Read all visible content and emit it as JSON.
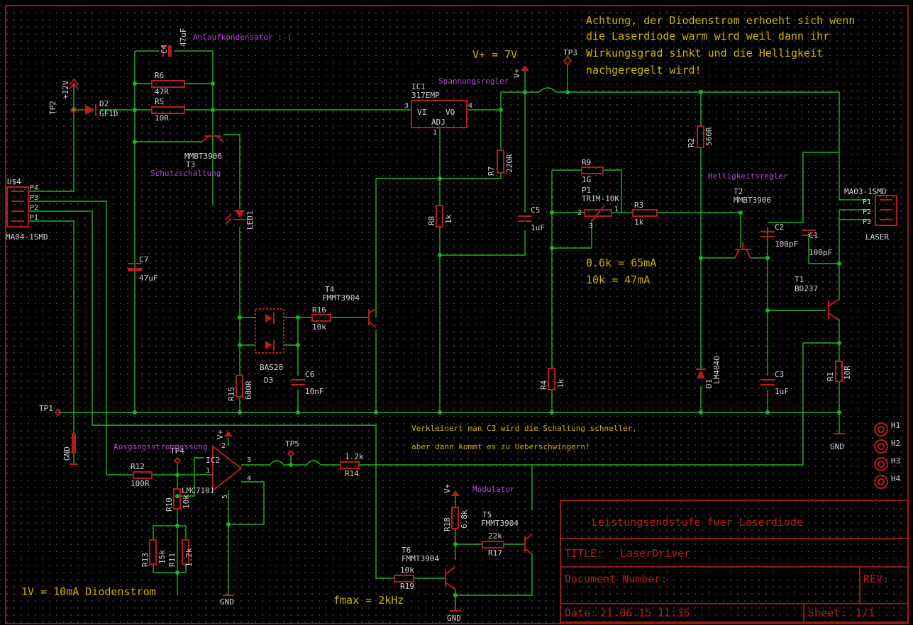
{
  "notes": {
    "warning_lines": [
      "Achtung, der Diodenstrom erhoeht sich wenn",
      "die Laserdiode warm wird weil dann ihr",
      "Wirkungsgrad sinkt und die Helligkeit",
      "nachgeregelt wird!"
    ],
    "vplus": "V+ = 7V",
    "r06": "0.6k = 65mA",
    "r10": "10k = 47mA",
    "c3_lines": [
      "Verkleinert man C3 wird die Schaltung schneller,",
      "aber dann kommt es zu Ueberschwingern!"
    ],
    "scale": "1V = 10mA Diodenstrom",
    "fmax": "fmax = 2kHz"
  },
  "comments": {
    "anlauf": "Anlaufkondensator :-)",
    "spannung": "Spannungsregler",
    "schutz": "Schutzschaltung",
    "hellig": "Helligkeitsregler",
    "ausgang": "Ausgangsstrommessung",
    "modulator": "Modulator"
  },
  "parts": {
    "c4_name": "C4",
    "c4_val": "47uF",
    "r6_name": "R6",
    "r6_val": "47R",
    "r5_name": "R5",
    "r5_val": "10R",
    "d2_name": "D2",
    "d2_val": "GF1D",
    "t3_val": "MMBT3906",
    "t3_name": "T3",
    "ic1_name": "IC1",
    "ic1_val": "317EMP",
    "ic1_vi": "VI",
    "ic1_vo": "VO",
    "ic1_adj": "ADJ",
    "ic1_p1": "1",
    "ic1_p3": "3",
    "ic1_p4": "4",
    "r7_name": "R7",
    "r7_val": "220R",
    "r8_name": "R8",
    "r8_val": "1k",
    "c5_name": "C5",
    "c5_val": "1uF",
    "r9_name": "R9",
    "r9_val": "1G",
    "p1_name": "P1",
    "p1_val": "TRIM-10K",
    "r3_name": "R3",
    "r3_val": "1k",
    "r2_name": "R2",
    "r2_val": "560R",
    "t2_name": "T2",
    "t2_val": "MMBT3906",
    "c2_name": "C2",
    "c2_val": "100pF",
    "c1_name": "C1",
    "c1_val": "100pF",
    "t1_name": "T1",
    "t1_val": "BD237",
    "r1_name": "R1",
    "r1_val": "10R",
    "c3_name": "C3",
    "c3_val": "1uF",
    "d1_name": "D1",
    "d1_val": "LM4040",
    "r4_name": "R4",
    "r4_val": "1k",
    "led1_name": "LED1",
    "c7_name": "C7",
    "c7_val": "47uF",
    "d3_name": "D3",
    "d3_val": "BAS28",
    "r16_name": "R16",
    "r16_val": "10k",
    "t4_name": "T4",
    "t4_val": "FMMT3904",
    "c6_name": "C6",
    "c6_val": "10nF",
    "r15_name": "R15",
    "r15_val": "680R",
    "r12_name": "R12",
    "r12_val": "100R",
    "ic2_name": "IC2",
    "ic2_val": "LMC7101",
    "r10_name": "R10",
    "r10_val": "10k",
    "r13_name": "R13",
    "r13_val": "15k",
    "r11_name": "R11",
    "r11_val": "1.2k",
    "r14_name": "R14",
    "r14_val": "1.2k",
    "r18_name": "R18",
    "r18_val": "6.8k",
    "t5_name": "T5",
    "t5_val": "FMMT3904",
    "r17_name": "R17",
    "r17_val": "22k",
    "t6_name": "T6",
    "t6_val": "FMMT3904",
    "r19_name": "R19",
    "r19_val": "10k",
    "u4_name": "U$4",
    "u4_val": "MA04-1SMD",
    "u4_p4": "P4",
    "u4_p3": "P3",
    "u4_p2": "P2",
    "u4_p1": "P1",
    "laser_name": "MA03-1SMD",
    "laser_val": "LASER",
    "laser_p1": "P1",
    "laser_p2": "P2",
    "laser_p3": "P3"
  },
  "nets": {
    "tp1": "TP1",
    "tp2": "TP2",
    "tp3": "TP3",
    "tp4": "TP4",
    "tp5": "TP5",
    "v12": "+12V",
    "vplus": "V+",
    "gnd": "GND",
    "h1": "H1",
    "h2": "H2",
    "h3": "H3",
    "h4": "H4"
  },
  "pins": {
    "one": "1",
    "two": "2",
    "three": "3",
    "four": "4",
    "five": "5"
  },
  "titleblock": {
    "description": "Leistungsendstufe fuer Laserdiode",
    "title_label": "TITLE:",
    "title_value": "LaserDriver",
    "docnum_label": "Document Number:",
    "rev_label": "REV:",
    "date_label": "Date:",
    "date_value": "21.06.15 11:36",
    "sheet_label": "Sheet:",
    "sheet_value": "1/1"
  }
}
